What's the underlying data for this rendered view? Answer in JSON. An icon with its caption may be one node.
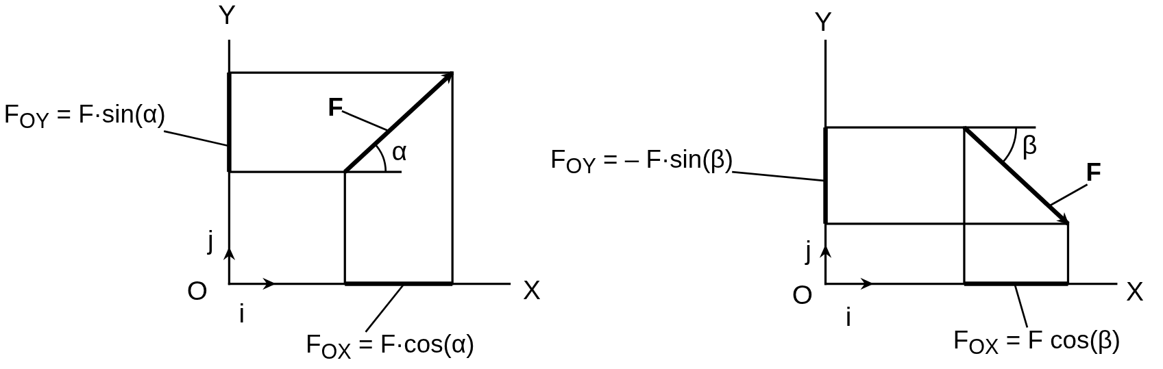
{
  "diagram": {
    "nodes": [
      {
        "text": [
          "F$_{OY}$ = F·sin(α)"
        ]
      },
      {
        "text": [],
        "shape": "bar"
      },
      {
        "text": [
          "F"
        ]
      },
      {
        "text": [],
        "shape": "arrow"
      },
      {
        "text": [
          "F$_{OX}$ = F·cos(α)"
        ]
      },
      {
        "text": [],
        "shape": "bar"
      },
      {
        "text": [
          "F$_{OY}$ = – F·sin(β)"
        ]
      },
      {
        "text": [],
        "shape": "bar"
      },
      {
        "text": [
          "F"
        ]
      },
      {
        "text": [],
        "shape": "arrow"
      },
      {
        "text": [
          "F$_{OX}$ = F cos(β)"
        ]
      },
      {
        "text": [],
        "shape": "bar"
      }
    ],
    "edges": [
      {
        "from": 0,
        "to": 1,
        "arrow": "none"
      },
      {
        "from": 2,
        "to": 3,
        "arrow": "none"
      },
      {
        "from": 4,
        "to": 5,
        "arrow": "none"
      },
      {
        "from": 6,
        "to": 7,
        "arrow": "none"
      },
      {
        "from": 8,
        "to": 9,
        "arrow": "none"
      },
      {
        "from": 10,
        "to": 11,
        "arrow": "none"
      }
    ],
    "labels": [
      "Y",
      "α",
      "j",
      "O",
      "i",
      "X",
      "Y",
      "β",
      "j",
      "O",
      "i",
      "X"
    ]
  }
}
